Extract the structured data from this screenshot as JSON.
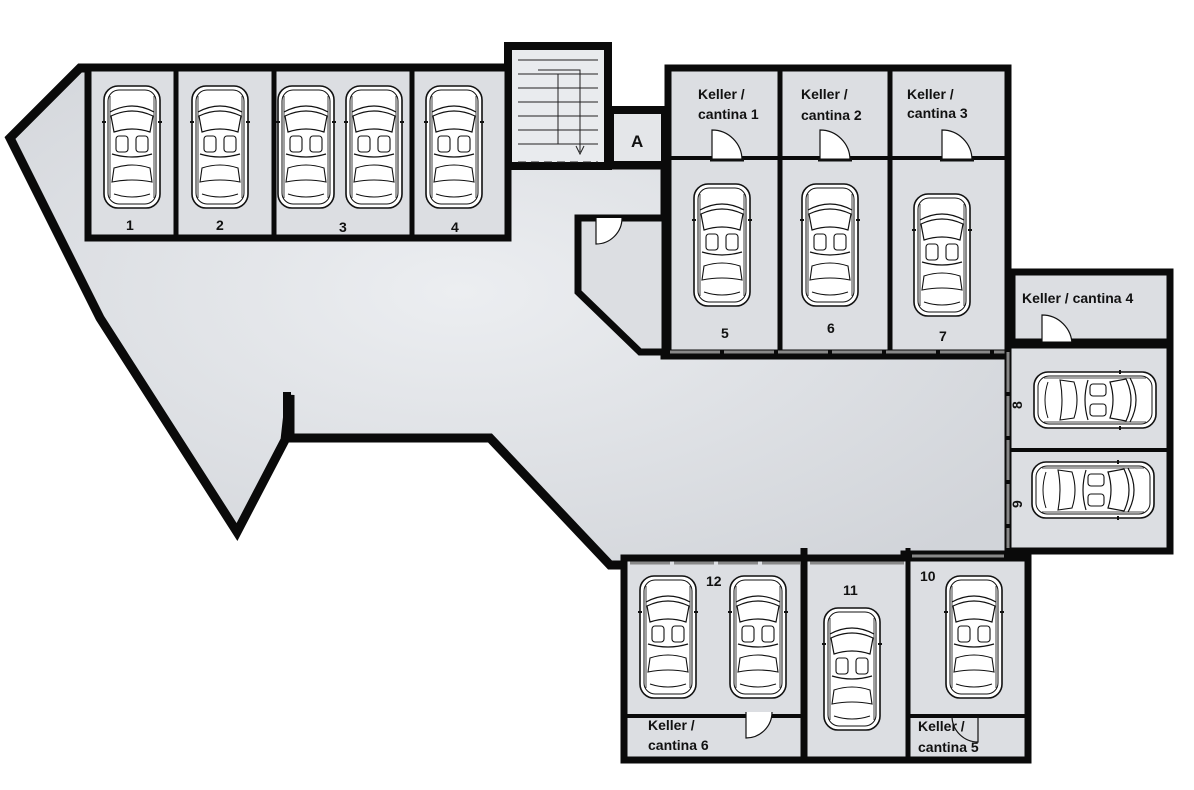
{
  "spaces": [
    {
      "id": "p1",
      "label": "1"
    },
    {
      "id": "p2",
      "label": "2"
    },
    {
      "id": "p3",
      "label": "3"
    },
    {
      "id": "p4",
      "label": "4"
    },
    {
      "id": "p5",
      "label": "5"
    },
    {
      "id": "p6",
      "label": "6"
    },
    {
      "id": "p7",
      "label": "7"
    },
    {
      "id": "p8",
      "label": "8"
    },
    {
      "id": "p9",
      "label": "9"
    },
    {
      "id": "p10",
      "label": "10"
    },
    {
      "id": "p11",
      "label": "11"
    },
    {
      "id": "p12",
      "label": "12"
    }
  ],
  "cellars": [
    {
      "id": "c1",
      "line1": "Keller /",
      "line2": "cantina 1"
    },
    {
      "id": "c2",
      "line1": "Keller /",
      "line2": "cantina 2"
    },
    {
      "id": "c3",
      "line1": "Keller /",
      "line2": "cantina 3"
    },
    {
      "id": "c4",
      "line1": "Keller / cantina 4",
      "line2": ""
    },
    {
      "id": "c5",
      "line1": "Keller /",
      "line2": "cantina 5"
    },
    {
      "id": "c6",
      "line1": "Keller /",
      "line2": "cantina 6"
    }
  ],
  "lift": {
    "label": "A"
  },
  "colors": {
    "floor": "#d5d8dd",
    "wall": "#0a0a0a",
    "room": "#dcdee2",
    "car": "#ffffff"
  }
}
